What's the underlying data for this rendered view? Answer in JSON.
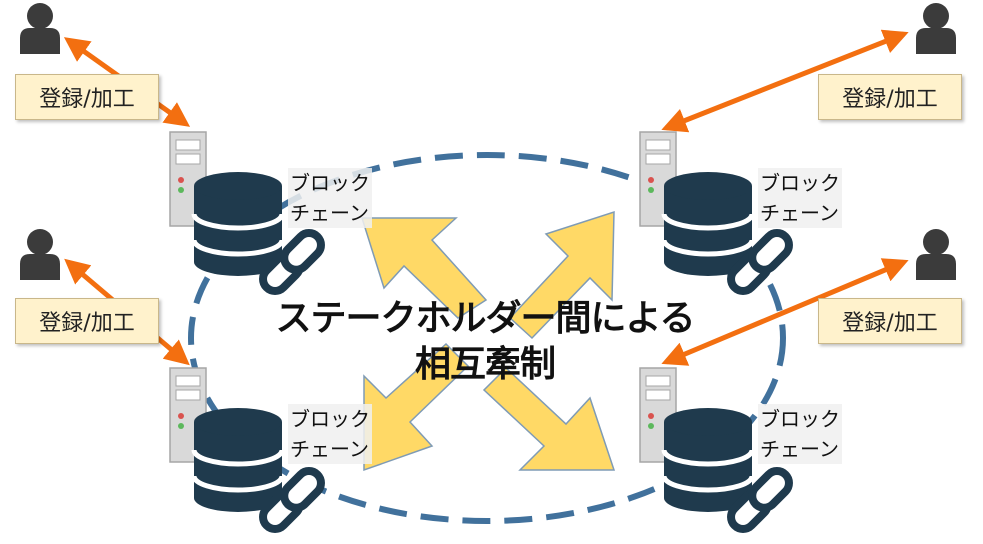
{
  "center": {
    "line1": "ステークホルダー間による",
    "line2": "相互牽制"
  },
  "nodes": [
    {
      "action_label": "登録/加工",
      "bc_line1": "ブロック",
      "bc_line2": "チェーン"
    },
    {
      "action_label": "登録/加工",
      "bc_line1": "ブロック",
      "bc_line2": "チェーン"
    },
    {
      "action_label": "登録/加工",
      "bc_line1": "ブロック",
      "bc_line2": "チェーン"
    },
    {
      "action_label": "登録/加工",
      "bc_line1": "ブロック",
      "bc_line2": "チェーン"
    }
  ],
  "colors": {
    "arrow": "#f36f10",
    "db": "#1f3a4d",
    "ellipse": "#41719c",
    "center_arrow_fill": "#ffd966",
    "label_bg": "#fff2cc",
    "server": "#d9d9d9"
  },
  "icons": [
    "person-icon",
    "server-icon",
    "database-icon",
    "chain-link-icon"
  ]
}
